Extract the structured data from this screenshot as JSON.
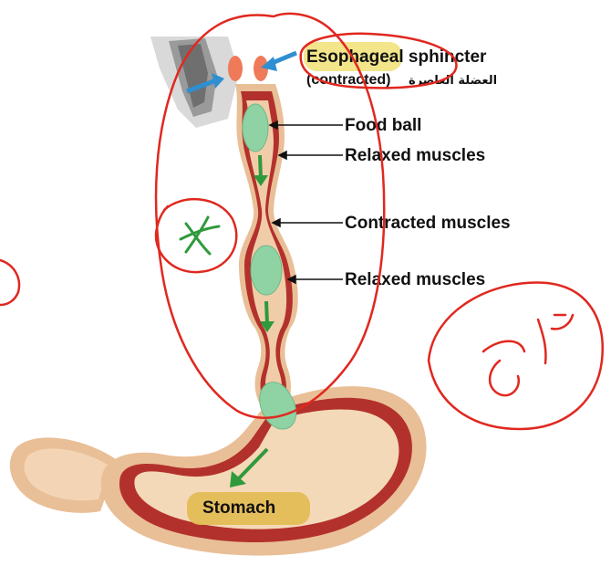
{
  "labels": {
    "sphincter_line1": "Esophageal sphincter",
    "sphincter_line2": "(contracted)",
    "sphincter_arabic": "العضلة العاصرة",
    "food_ball": "Food ball",
    "relaxed_top": "Relaxed muscles",
    "contracted": "Contracted muscles",
    "relaxed_bottom": "Relaxed muscles",
    "stomach": "Stomach"
  },
  "colors": {
    "wall": "#e7b88f",
    "muscle": "#b3312c",
    "bolus": "#8fd3a4",
    "arrow_blue": "#2f8fd0",
    "arrow_green": "#2f9a3c",
    "annotation_red": "#e0281f",
    "highlight_yellow": "#f2e58a",
    "stomach_highlight": "#e3ba52"
  }
}
